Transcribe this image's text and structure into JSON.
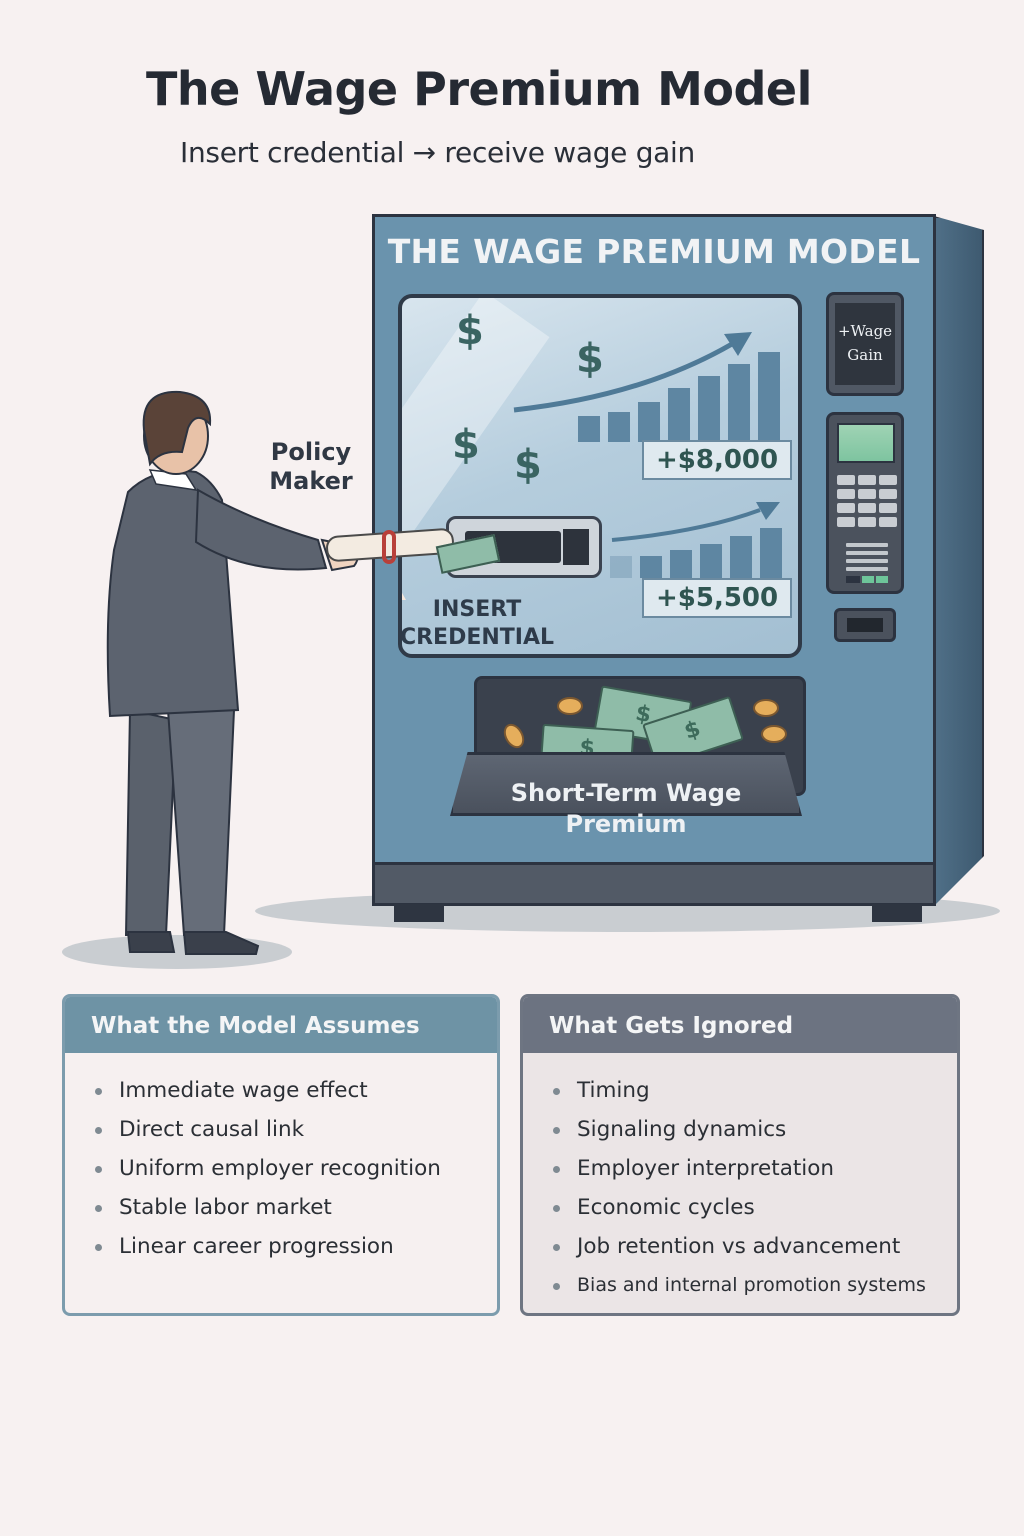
{
  "header": {
    "title": "The Wage Premium Model",
    "subtitle": "Insert credential → receive wage gain"
  },
  "machine": {
    "header": "THE WAGE PREMIUM MODEL",
    "display": {
      "upper_value": "+$8,000",
      "lower_value": "+$5,500",
      "dollar_glyph": "$"
    },
    "slot_label_line1": "INSERT",
    "slot_label_line2": "CREDENTIAL",
    "side_screen_line1": "+Wage",
    "side_screen_line2": "Gain",
    "tray_label_line1": "Short-Term Wage",
    "tray_label_line2": "Premium",
    "bill_glyph": "$",
    "colors": {
      "body": "#6a93ad",
      "base": "#525a66",
      "outline": "#2c3340",
      "value_text": "#2f5551"
    }
  },
  "person": {
    "label_line1": "Policy",
    "label_line2": "Maker",
    "suit_color": "#5c636f",
    "hair_color": "#5a4338"
  },
  "panels": {
    "assumes": {
      "title": "What the Model Assumes",
      "color": "#6e93a5",
      "items": [
        "Immediate wage effect",
        "Direct causal link",
        "Uniform employer recognition",
        "Stable labor market",
        "Linear career progression"
      ]
    },
    "ignored": {
      "title": "What Gets Ignored",
      "color": "#6c7381",
      "items": [
        "Timing",
        "Signaling dynamics",
        "Employer interpretation",
        "Economic cycles",
        "Job retention vs advancement",
        "Bias and internal promotion systems"
      ]
    }
  }
}
